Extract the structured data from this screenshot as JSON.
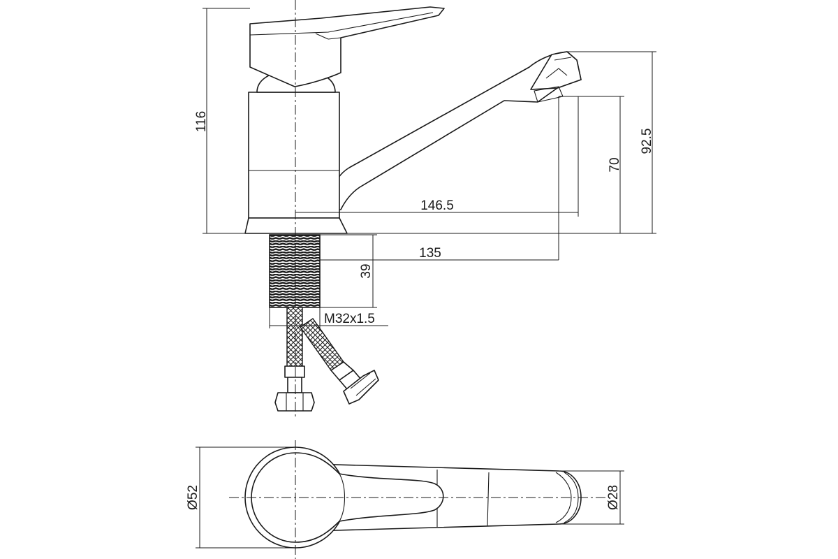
{
  "dimensions": {
    "total_height": "116",
    "spout_height": "92.5",
    "outlet_height": "70",
    "spout_reach": "146.5",
    "base_to_outlet": "135",
    "shank_length": "39",
    "thread": "M32x1.5",
    "body_diameter": "Ø52",
    "spout_diameter": "Ø28"
  }
}
